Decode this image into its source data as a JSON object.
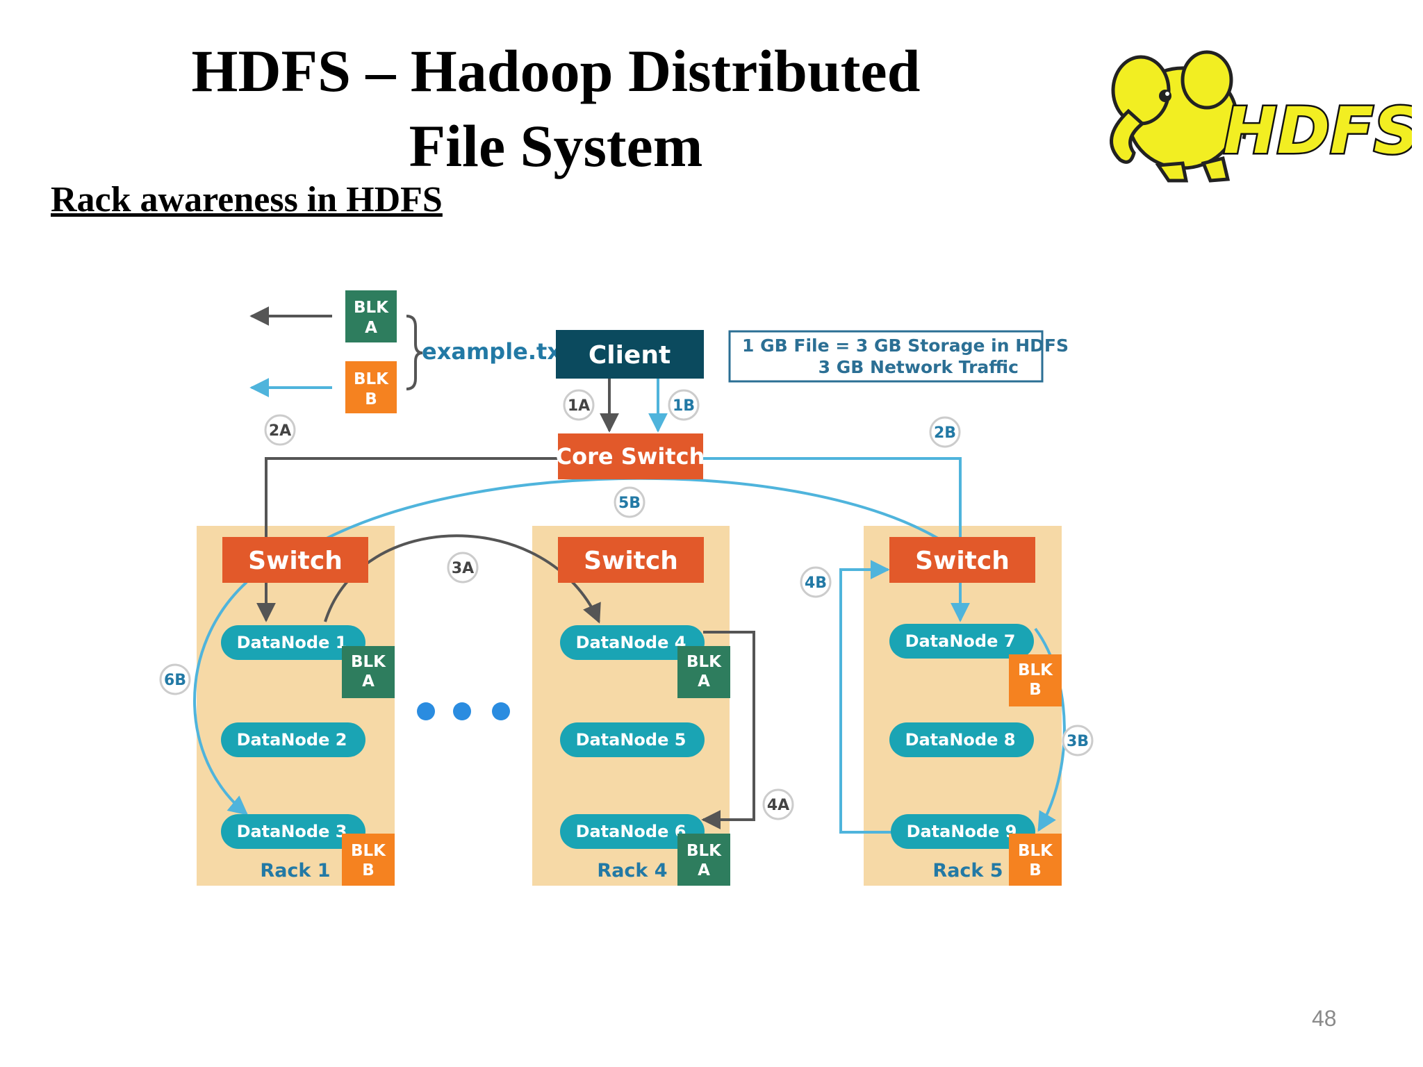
{
  "slide": {
    "title_line1": "HDFS – Hadoop Distributed",
    "title_line2": "File System",
    "subtitle": "Rack awareness in HDFS",
    "page_number": "48"
  },
  "logo": {
    "text": "HDFS"
  },
  "diagram": {
    "client": "Client",
    "core_switch": "Core Switch",
    "file_name": "example.txt",
    "info_line1": "1 GB File = 3 GB Storage in HDFS",
    "info_line2": "3 GB Network Traffic",
    "legend_blocks": [
      {
        "line1": "BLK",
        "line2": "A"
      },
      {
        "line1": "BLK",
        "line2": "B"
      }
    ],
    "racks": [
      {
        "name": "Rack 1",
        "switch": "Switch",
        "nodes": [
          "DataNode 1",
          "DataNode 2",
          "DataNode 3"
        ]
      },
      {
        "name": "Rack 4",
        "switch": "Switch",
        "nodes": [
          "DataNode 4",
          "DataNode 5",
          "DataNode 6"
        ]
      },
      {
        "name": "Rack 5",
        "switch": "Switch",
        "nodes": [
          "DataNode 7",
          "DataNode 8",
          "DataNode 9"
        ]
      }
    ],
    "stored_blocks": [
      {
        "line1": "BLK",
        "line2": "A"
      },
      {
        "line1": "BLK",
        "line2": "B"
      },
      {
        "line1": "BLK",
        "line2": "A"
      },
      {
        "line1": "BLK",
        "line2": "A"
      },
      {
        "line1": "BLK",
        "line2": "B"
      },
      {
        "line1": "BLK",
        "line2": "B"
      }
    ],
    "steps": {
      "s1A": "1A",
      "s1B": "1B",
      "s2A": "2A",
      "s2B": "2B",
      "s3A": "3A",
      "s3B": "3B",
      "s4A": "4A",
      "s4B": "4B",
      "s5B": "5B",
      "s6B": "6B"
    },
    "colors": {
      "client": "#0b4a5e",
      "switch": "#e2592a",
      "rack": "#f6d9a6",
      "node": "#1aa4b4",
      "blk_a": "#2e7d5e",
      "blk_b": "#f58220",
      "arrow_a": "#555555",
      "arrow_b": "#4fb4dc",
      "info_border": "#2b6f94",
      "dots": "#2a8ce0"
    }
  }
}
